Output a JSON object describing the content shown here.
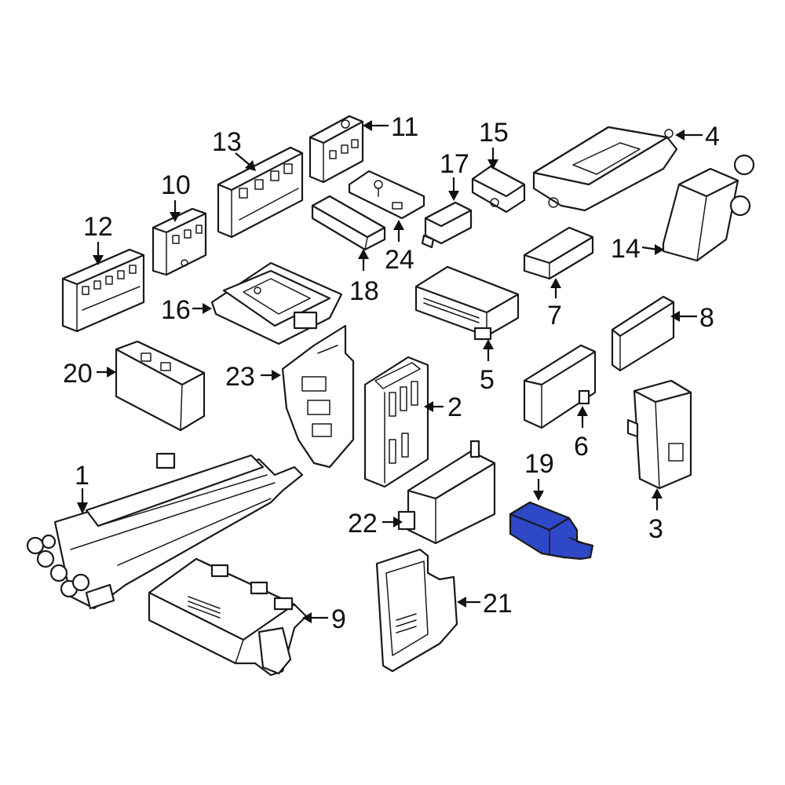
{
  "highlight_color": "#2f48c8",
  "parts": [
    {
      "id": "part-1",
      "label": "1"
    },
    {
      "id": "part-2",
      "label": "2"
    },
    {
      "id": "part-3",
      "label": "3"
    },
    {
      "id": "part-4",
      "label": "4"
    },
    {
      "id": "part-5",
      "label": "5"
    },
    {
      "id": "part-6",
      "label": "6"
    },
    {
      "id": "part-7",
      "label": "7"
    },
    {
      "id": "part-8",
      "label": "8"
    },
    {
      "id": "part-9",
      "label": "9"
    },
    {
      "id": "part-10",
      "label": "10"
    },
    {
      "id": "part-11",
      "label": "11"
    },
    {
      "id": "part-12",
      "label": "12"
    },
    {
      "id": "part-13",
      "label": "13"
    },
    {
      "id": "part-14",
      "label": "14"
    },
    {
      "id": "part-15",
      "label": "15"
    },
    {
      "id": "part-16",
      "label": "16"
    },
    {
      "id": "part-17",
      "label": "17"
    },
    {
      "id": "part-18",
      "label": "18"
    },
    {
      "id": "part-19",
      "label": "19",
      "highlighted": true
    },
    {
      "id": "part-20",
      "label": "20"
    },
    {
      "id": "part-21",
      "label": "21"
    },
    {
      "id": "part-22",
      "label": "22"
    },
    {
      "id": "part-23",
      "label": "23"
    },
    {
      "id": "part-24",
      "label": "24"
    }
  ]
}
